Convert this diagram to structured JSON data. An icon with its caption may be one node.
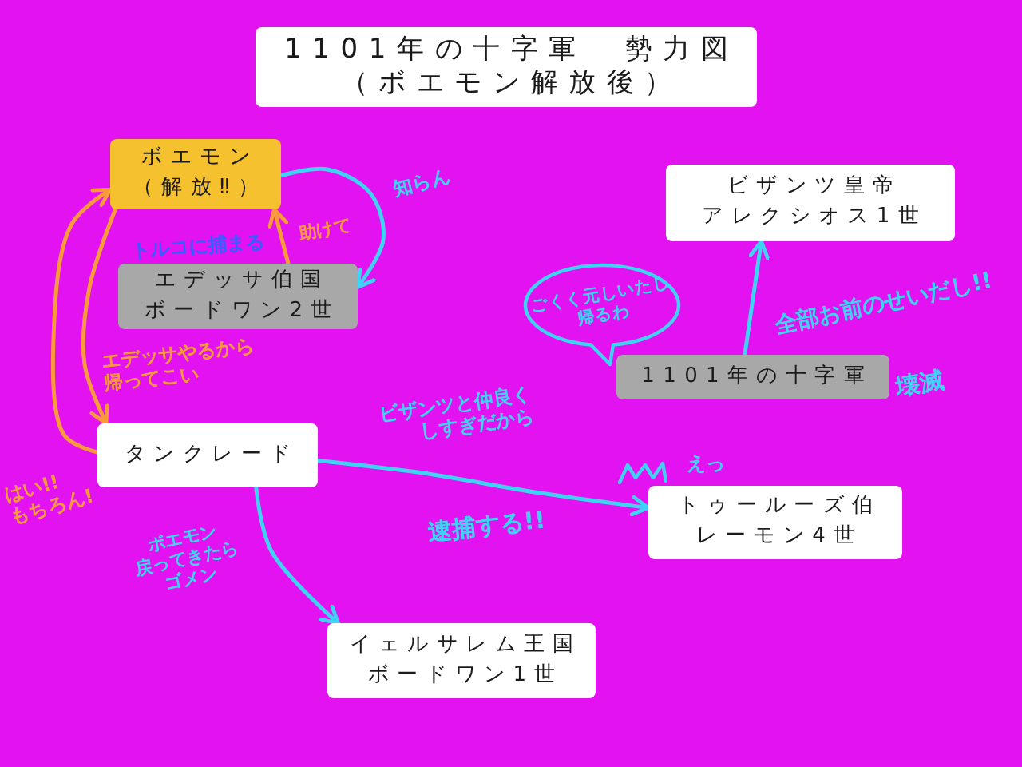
{
  "diagram": {
    "title": "1101年の十字軍　勢力図（ボエモン解放後）",
    "nodes": [
      {
        "text": [
          "ボエモン（解放‼）"
        ]
      },
      {
        "text": [
          "ビザンツ皇帝アレクシオス1世"
        ]
      },
      {
        "text": [
          "エデッサ伯国ボードワン2世"
        ],
        "beside": [
          "トルコに捕まる"
        ]
      },
      {
        "text": [
          "ごくく元しいたし帰るわ"
        ]
      },
      {
        "text": [
          "1101年の十字軍"
        ],
        "beside": [
          "壊滅"
        ]
      },
      {
        "text": [
          "タンクレード"
        ]
      },
      {
        "text": [
          "トゥールーズ伯レーモン4世"
        ],
        "beside": [
          "えっ"
        ]
      },
      {
        "text": [
          "イェルサレム王国ボードワン1世"
        ]
      }
    ],
    "edges": [
      {
        "from": 0,
        "to": 2,
        "arrow": "to",
        "label": "知らん"
      },
      {
        "from": 2,
        "to": 0,
        "arrow": "to",
        "label": "助けて",
        "color": "#fa9a3c"
      },
      {
        "from": 0,
        "to": 5,
        "arrow": "to",
        "label": "エデッサやるから帰ってこい",
        "color": "#fa9a3c"
      },
      {
        "from": 5,
        "to": 0,
        "arrow": "to",
        "label": "はい!!もちろん!",
        "color": "#fa9a3c"
      },
      {
        "from": 5,
        "to": 6,
        "arrow": "to",
        "label": "逮捕する!!"
      },
      {
        "from": 5,
        "to": 7,
        "arrow": "to",
        "label": "ボエモン戻ってきたらゴメン"
      },
      {
        "from": 4,
        "to": 1,
        "arrow": "to",
        "label": "全部お前のせいだし!!"
      }
    ],
    "labels": [
      "ビザンツと仲良くしすぎだから"
    ]
  }
}
